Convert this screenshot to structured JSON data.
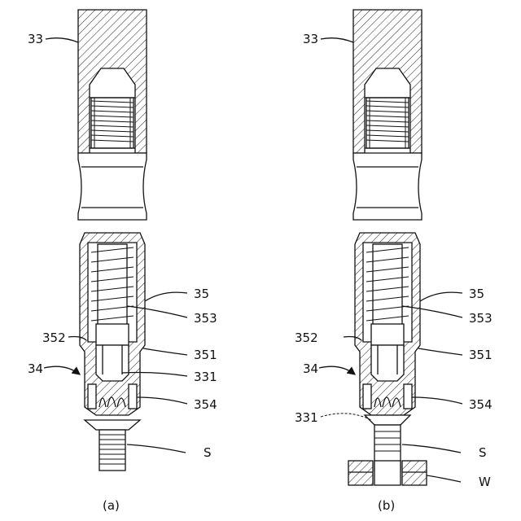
{
  "panels": [
    {
      "id": "a",
      "caption": "(a)",
      "labels": {
        "l33": "33",
        "l35": "35",
        "l353": "353",
        "l352": "352",
        "l351": "351",
        "l34": "34",
        "l331": "331",
        "l354": "354",
        "lS": "S"
      }
    },
    {
      "id": "b",
      "caption": "(b)",
      "labels": {
        "l33": "33",
        "l35": "35",
        "l353": "353",
        "l352": "352",
        "l351": "351",
        "l34": "34",
        "l331": "331",
        "l354": "354",
        "lS": "S",
        "lW": "W"
      }
    }
  ]
}
